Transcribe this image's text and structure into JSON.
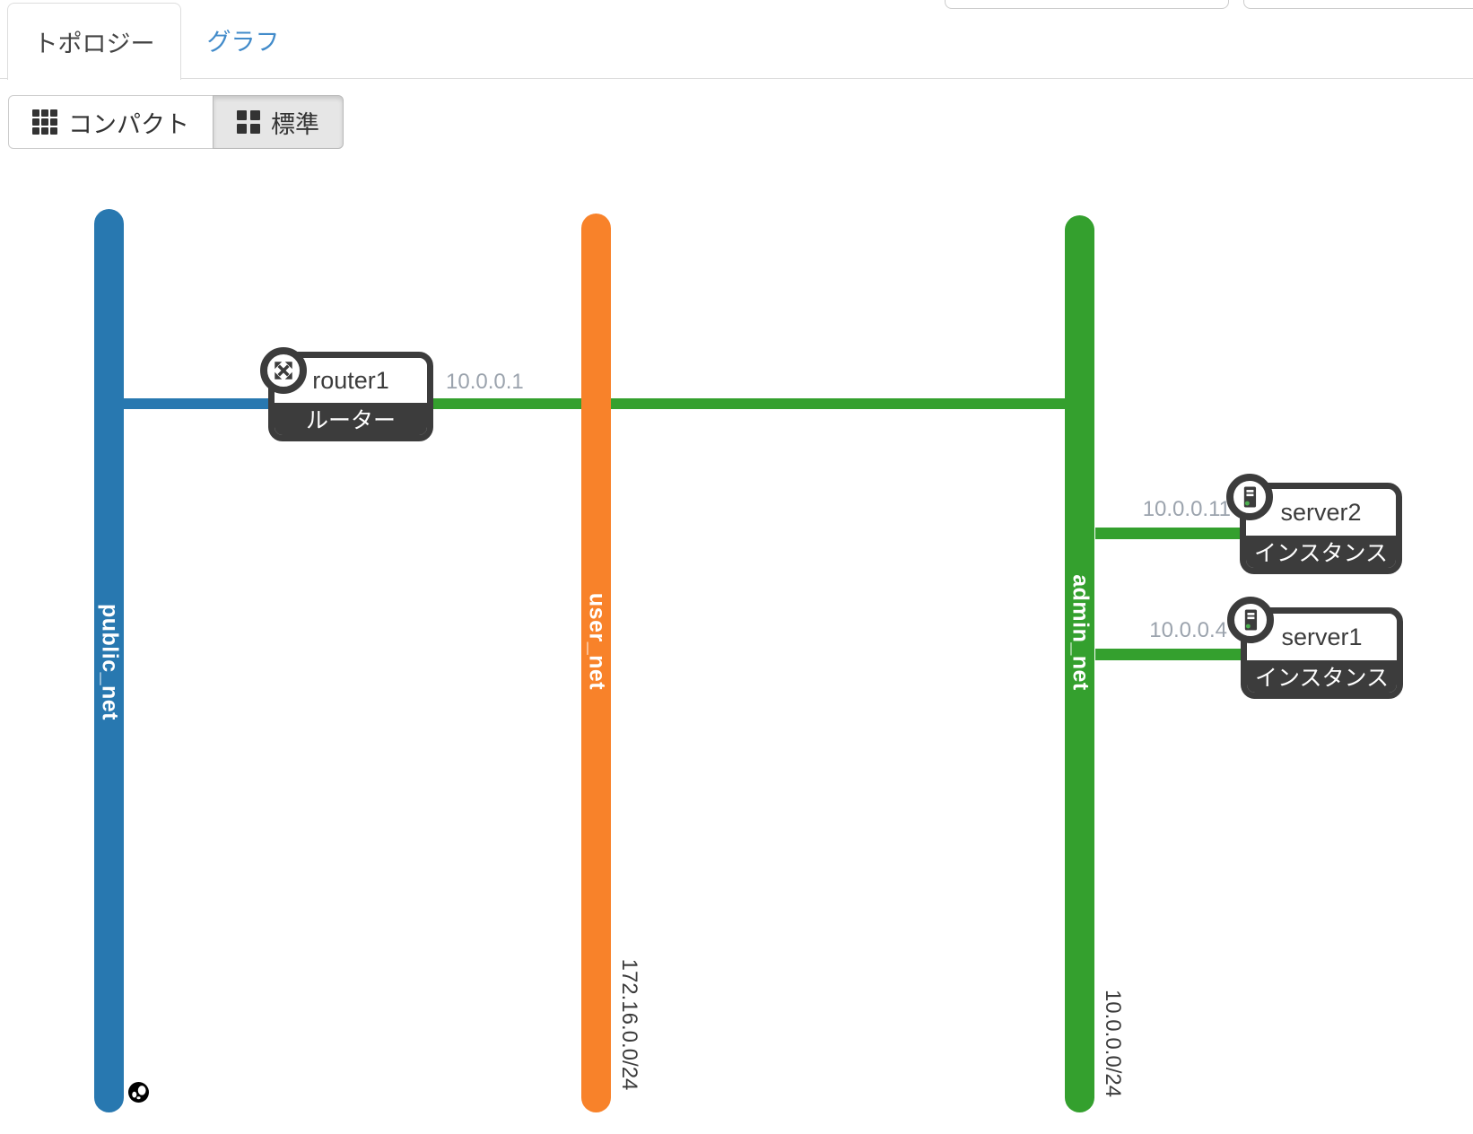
{
  "tabs": {
    "topology_label": "トポロジー",
    "graph_label": "グラフ"
  },
  "view_buttons": {
    "compact_label": "コンパクト",
    "standard_label": "標準",
    "active": "standard"
  },
  "topology": {
    "networks": [
      {
        "name": "public_net",
        "cidr": "",
        "color": "#2878b0"
      },
      {
        "name": "user_net",
        "cidr": "172.16.0.0/24",
        "color": "#f8822a"
      },
      {
        "name": "admin_net",
        "cidr": "10.0.0.0/24",
        "color": "#34a02e"
      }
    ],
    "devices": [
      {
        "name": "router1",
        "type_label": "ルーター",
        "port_ip": "10.0.0.1"
      },
      {
        "name": "server2",
        "type_label": "インスタンス",
        "port_ip": "10.0.0.11"
      },
      {
        "name": "server1",
        "type_label": "インスタンス",
        "port_ip": "10.0.0.4"
      }
    ],
    "status_dot_color": "#4caf50",
    "node_border_color": "#3c3c3c",
    "ip_label_color": "#9ba3ad"
  }
}
